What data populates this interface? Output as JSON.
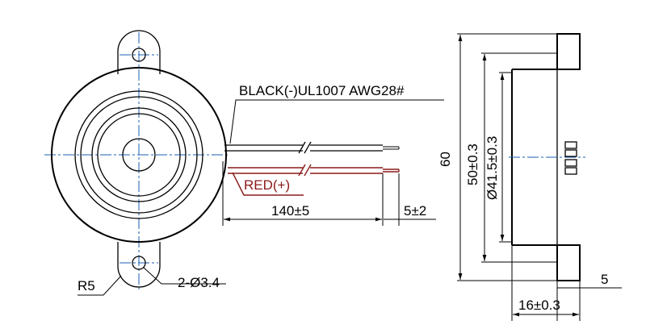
{
  "labels": {
    "black_wire": "BLACK(-)UL1007 AWG28#",
    "red_wire": "RED(+)",
    "wire_length": "140±5",
    "strip_length": "5±2",
    "radius": "R5",
    "holes": "2-Ø3.4",
    "height": "60",
    "outer_diameter": "50±0.3",
    "inner_diameter": "Ø41.5±0.3",
    "flange": "5",
    "depth": "16±0.3"
  },
  "colors": {
    "line": "#000000",
    "red_wire": "#8b1a1a",
    "centerline": "#1a5fb4"
  }
}
